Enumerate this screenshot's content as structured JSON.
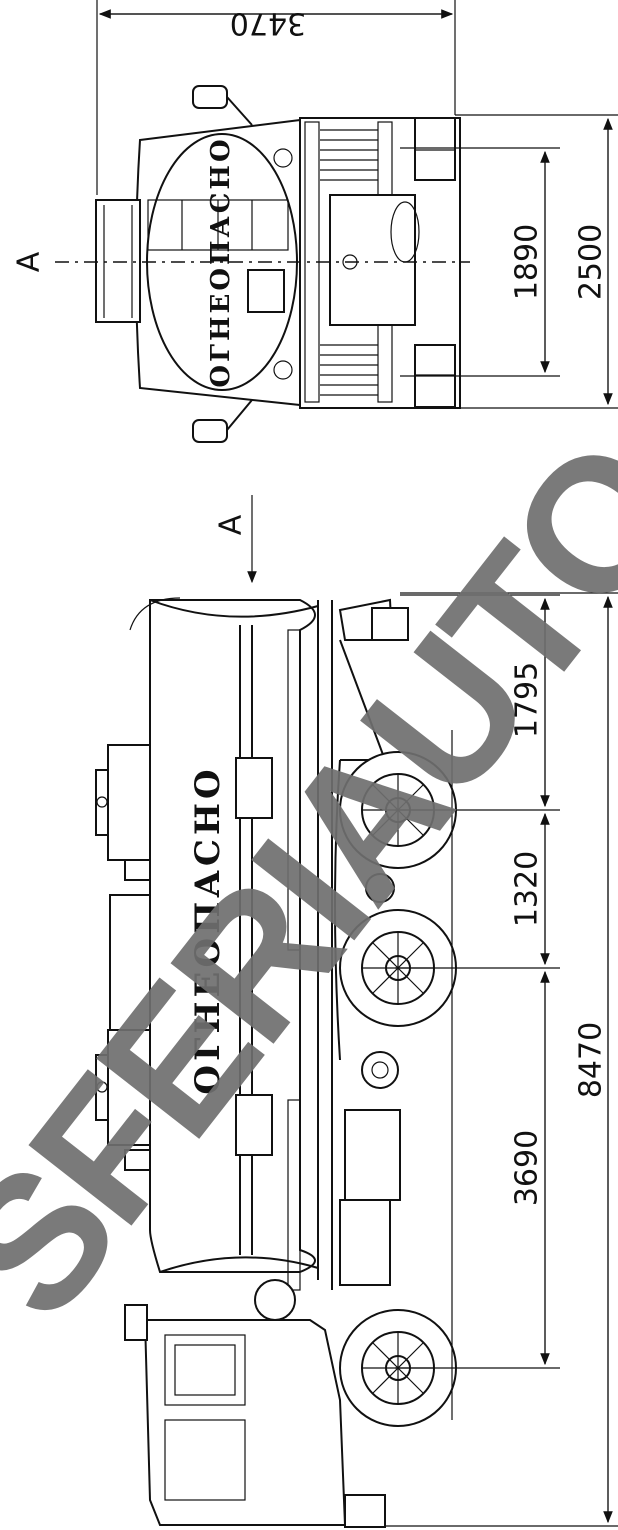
{
  "top_view": {
    "width_dim": "3470",
    "track_dim": "1890",
    "body_width_dim": "2500",
    "section_label": "A",
    "tank_text": "ОГНЕОПАСНО"
  },
  "side_view": {
    "section_label": "A",
    "tank_text": "ОГНЕОПАСНО",
    "rear_overhang_dim": "1795",
    "bogie_spacing_dim": "1320",
    "wheelbase_dim": "3690",
    "overall_length_dim": "8470"
  },
  "watermark": {
    "text": "SFERIAUTO"
  }
}
